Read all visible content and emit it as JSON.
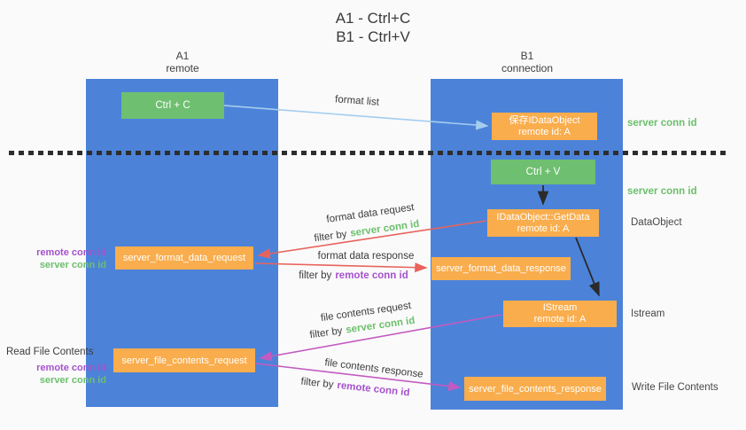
{
  "title": {
    "line1": "A1 - Ctrl+C",
    "line2": "B1 - Ctrl+V"
  },
  "lanes": {
    "left": {
      "title": "A1",
      "subtitle": "remote"
    },
    "right": {
      "title": "B1",
      "subtitle": "connection"
    }
  },
  "nodes": {
    "ctrl_c": {
      "label": "Ctrl + C"
    },
    "save_idataobject": {
      "line1": "保存IDataObject",
      "line2": "remote id: A"
    },
    "ctrl_v": {
      "label": "Ctrl + V"
    },
    "getdata": {
      "line1": "IDataObject::GetData",
      "line2": "remote id: A"
    },
    "format_request": {
      "label": "server_format_data_request"
    },
    "format_response": {
      "label": "server_format_data_response"
    },
    "istream": {
      "line1": "IStream",
      "line2": "remote id: A"
    },
    "file_request": {
      "label": "server_file_contents_request"
    },
    "file_response": {
      "label": "server_file_contents_response"
    }
  },
  "arrows": {
    "format_list": {
      "label": "format list"
    },
    "format_request": {
      "label": "format data request",
      "filter_prefix": "filter by",
      "filter_key": "server conn id"
    },
    "format_response": {
      "label": "format data response",
      "filter_prefix": "filter by",
      "filter_key": "remote conn id"
    },
    "file_request": {
      "label": "file contents request",
      "filter_prefix": "filter by",
      "filter_key": "server conn id"
    },
    "file_response": {
      "label": "file contents response",
      "filter_prefix": "filter by",
      "filter_key": "remote conn id"
    }
  },
  "side_labels": {
    "server_conn_top": "server conn id",
    "server_conn_mid": "server conn id",
    "dataobject": "DataObject",
    "istream": "Istream",
    "write_file": "Write File Contents",
    "read_file": "Read File Contents",
    "left_top": {
      "remote": "remote conn id",
      "server": "server conn id"
    },
    "left_bottom": {
      "remote": "remote conn id",
      "server": "server conn id"
    }
  },
  "colors": {
    "lane_blue": "#4c83d9",
    "node_green": "#6fbf70",
    "node_orange": "#f9ad4d",
    "arrow_red": "#e8635c",
    "arrow_magenta": "#c35bc0",
    "arrow_light_blue": "#a5cdef",
    "arrow_black": "#2b2b2b",
    "text_green": "#6cbf6c",
    "text_purple": "#a552cc"
  }
}
